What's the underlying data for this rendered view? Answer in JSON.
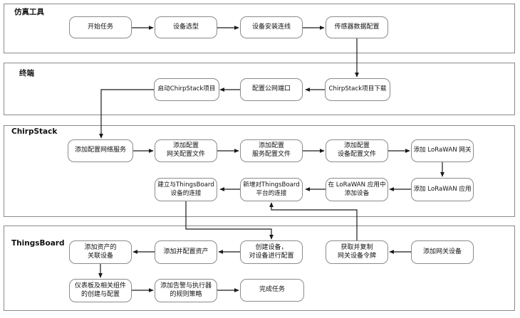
{
  "diagram_title": "IoT simulation-to-ThingsBoard workflow flowchart",
  "colors": {
    "background": "#ffffff",
    "lane_border": "#8a8a8a",
    "node_border": "#8b8b8b",
    "node_fill": "#ffffff",
    "arrow": "#1a1a1a",
    "text": "#111111"
  },
  "lanes": [
    {
      "id": "simulation-tool",
      "label": "仿真工具"
    },
    {
      "id": "terminal",
      "label": "终端"
    },
    {
      "id": "chirpstack",
      "label": "ChirpStack"
    },
    {
      "id": "thingsboard",
      "label": "ThingsBoard"
    }
  ],
  "nodes": {
    "start": {
      "lane": "simulation-tool",
      "label": "开始任务"
    },
    "select": {
      "lane": "simulation-tool",
      "label": "设备选型"
    },
    "wire": {
      "lane": "simulation-tool",
      "label": "设备安装连线"
    },
    "sensor": {
      "lane": "simulation-tool",
      "label": "传感器数据配置"
    },
    "launch": {
      "lane": "terminal",
      "label": "启动ChirpStack项目"
    },
    "port": {
      "lane": "terminal",
      "label": "配置公网端口"
    },
    "download": {
      "lane": "terminal",
      "label": "ChirpStack项目下载"
    },
    "netsvc": {
      "lane": "chirpstack",
      "label": "添加配置网络服务"
    },
    "gwcfg": {
      "lane": "chirpstack",
      "label": "添加配置\n网关配置文件"
    },
    "svccfg": {
      "lane": "chirpstack",
      "label": "添加配置\n服务配置文件"
    },
    "devcfg": {
      "lane": "chirpstack",
      "label": "添加配置\n设备配置文件"
    },
    "gw": {
      "lane": "chirpstack",
      "label": "添加 LoRaWAN 网关"
    },
    "app": {
      "lane": "chirpstack",
      "label": "添加 LoRaWAN 应用"
    },
    "adddev": {
      "lane": "chirpstack",
      "label": "在 LoRaWAN 应用中\n添加设备"
    },
    "tbconn": {
      "lane": "chirpstack",
      "label": "新增对ThingsBoard\n平台的连接"
    },
    "tbdev": {
      "lane": "chirpstack",
      "label": "建立与ThingsBoard\n设备的连接"
    },
    "assetdev": {
      "lane": "thingsboard",
      "label": "添加资产的\n关联设备"
    },
    "asset": {
      "lane": "thingsboard",
      "label": "添加并配置资产"
    },
    "createdev": {
      "lane": "thingsboard",
      "label": "创建设备，\n对设备进行配置"
    },
    "token": {
      "lane": "thingsboard",
      "label": "获取并复制\n网关设备令牌"
    },
    "addgw": {
      "lane": "thingsboard",
      "label": "添加网关设备"
    },
    "dashboard": {
      "lane": "thingsboard",
      "label": "仪表板及相关组件\n的创建与配置"
    },
    "rules": {
      "lane": "thingsboard",
      "label": "添加告警与执行器\n的规则策略"
    },
    "finish": {
      "lane": "thingsboard",
      "label": "完成任务"
    }
  },
  "edges": [
    {
      "from": "start",
      "to": "select"
    },
    {
      "from": "select",
      "to": "wire"
    },
    {
      "from": "wire",
      "to": "sensor"
    },
    {
      "from": "sensor",
      "to": "download"
    },
    {
      "from": "download",
      "to": "port"
    },
    {
      "from": "port",
      "to": "launch"
    },
    {
      "from": "launch",
      "to": "netsvc"
    },
    {
      "from": "netsvc",
      "to": "gwcfg"
    },
    {
      "from": "gwcfg",
      "to": "svccfg"
    },
    {
      "from": "svccfg",
      "to": "devcfg"
    },
    {
      "from": "devcfg",
      "to": "gw"
    },
    {
      "from": "gw",
      "to": "app"
    },
    {
      "from": "app",
      "to": "adddev"
    },
    {
      "from": "adddev",
      "to": "tbconn"
    },
    {
      "from": "tbconn",
      "to": "tbdev"
    },
    {
      "from": "tbdev",
      "to": "createdev"
    },
    {
      "from": "token",
      "to": "tbconn"
    },
    {
      "from": "addgw",
      "to": "token"
    },
    {
      "from": "createdev",
      "to": "asset"
    },
    {
      "from": "asset",
      "to": "assetdev"
    },
    {
      "from": "assetdev",
      "to": "dashboard"
    },
    {
      "from": "dashboard",
      "to": "rules"
    },
    {
      "from": "rules",
      "to": "finish"
    }
  ]
}
